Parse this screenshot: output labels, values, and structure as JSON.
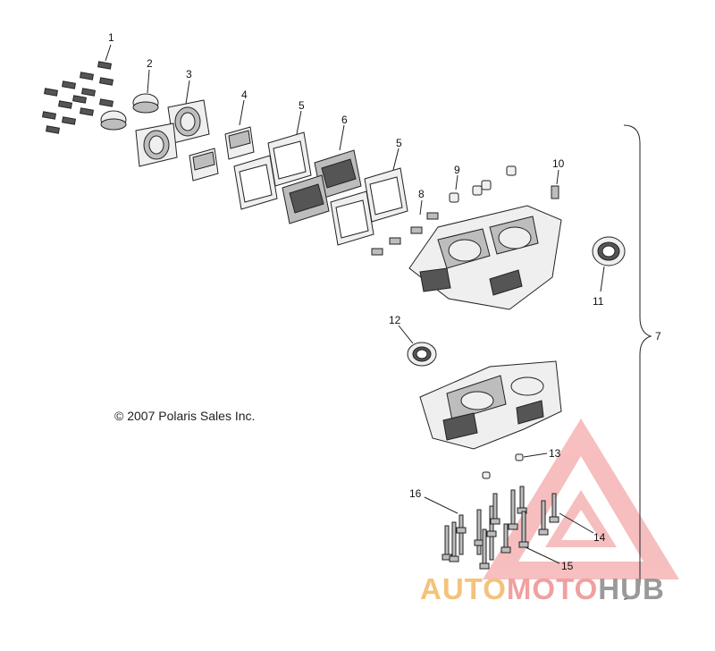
{
  "callouts": {
    "c1": "1",
    "c2": "2",
    "c3": "3",
    "c4": "4",
    "c5a": "5",
    "c6": "6",
    "c5b": "5",
    "c9": "9",
    "c10": "10",
    "c8": "8",
    "c11": "11",
    "c7": "7",
    "c12": "12",
    "c13": "13",
    "c16": "16",
    "c14": "14",
    "c15": "15"
  },
  "copyright": "© 2007 Polaris Sales Inc.",
  "watermark": {
    "auto": "AUTO",
    "moto": "MOTO",
    "hub": "HUB",
    "color_auto": "#f5c27a",
    "color_moto": "#f0a0a0",
    "color_hub": "#9a9a9a",
    "logo_color": "#f08a8a"
  }
}
